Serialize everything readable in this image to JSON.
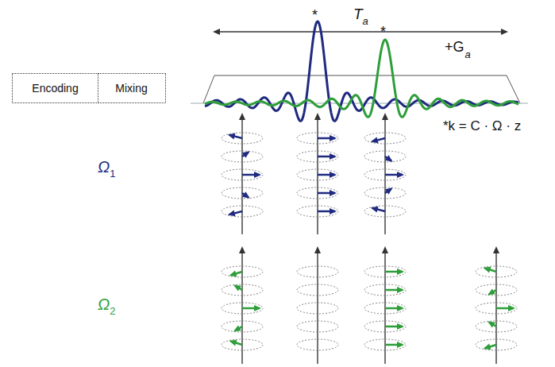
{
  "diagram": {
    "nodes": [
      {
        "text": [
          "Encoding"
        ]
      },
      {
        "text": [
          "Mixing"
        ]
      }
    ],
    "edges": [],
    "labels": [
      "T",
      "a",
      "*",
      "*",
      "+G",
      "a",
      "*k = C · Ω · z",
      "Ω",
      "1",
      "Ω",
      "2"
    ]
  }
}
